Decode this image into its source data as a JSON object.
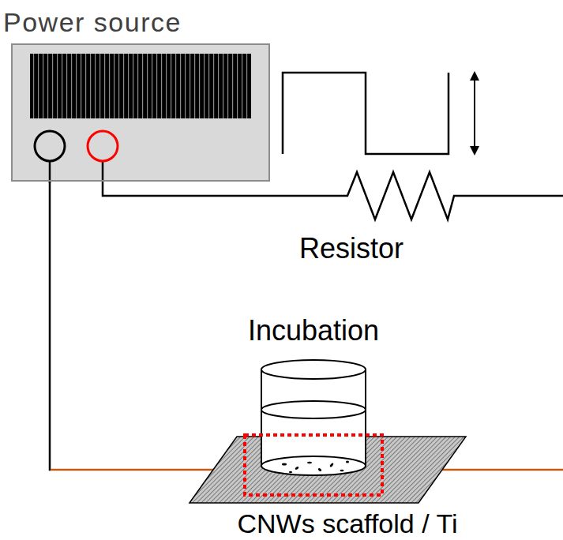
{
  "diagram": {
    "nodes": [
      {
        "text": [
          "Power source"
        ]
      },
      {
        "text": [
          "CNWs scaffold / Ti"
        ]
      }
    ],
    "edges": [
      {
        "from": 0,
        "to": 1,
        "arrow": "none"
      }
    ],
    "labels": [
      "Resistor",
      "Incubation"
    ]
  }
}
